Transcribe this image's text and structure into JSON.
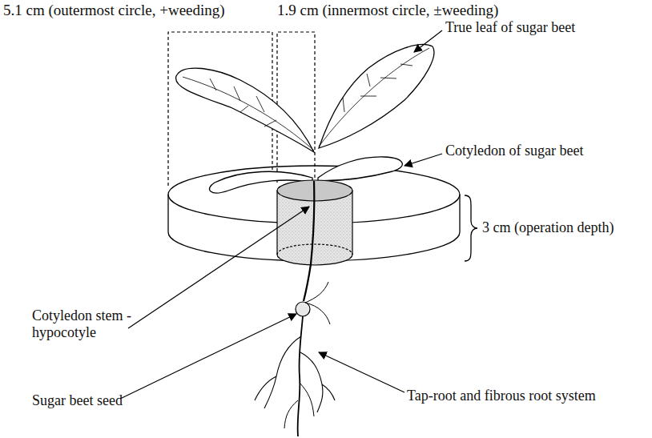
{
  "diagram": {
    "labels": [
      "5.1 cm (outermost circle, +weeding)",
      "1.9 cm (innermost circle, ±weeding)",
      "True leaf of sugar beet",
      "Cotyledon of sugar beet",
      "3 cm (operation depth)",
      "Cotyledon stem - hypocotyle",
      "Sugar beet seed",
      "Tap-root and fibrous root system"
    ]
  }
}
